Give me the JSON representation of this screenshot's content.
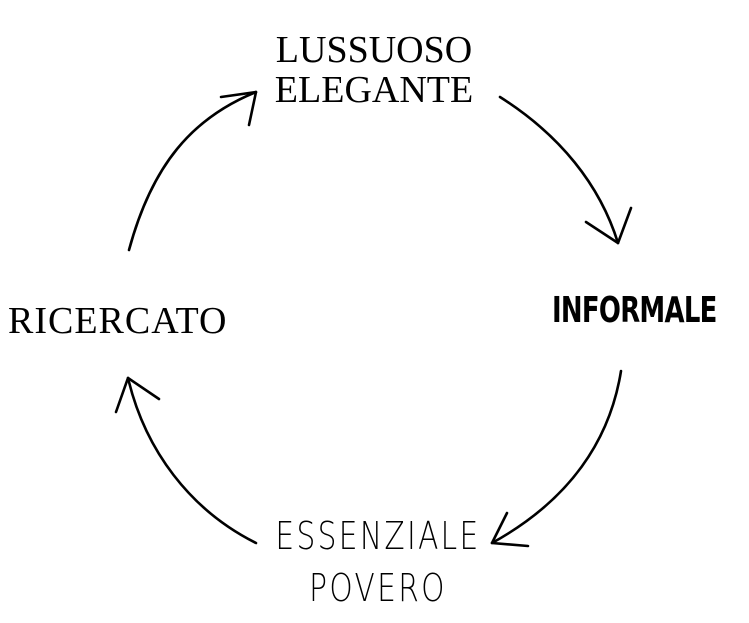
{
  "diagram": {
    "nodes": {
      "top": {
        "line1": "LUSSUOSO",
        "line2": "ELEGANTE"
      },
      "right": {
        "label": "INFORMALE"
      },
      "bottom": {
        "line1": "ESSENZIALE",
        "line2": "POVERO"
      },
      "left": {
        "label": "RICERCATO"
      }
    },
    "edges": [
      {
        "from": "top",
        "to": "right"
      },
      {
        "from": "right",
        "to": "bottom"
      },
      {
        "from": "bottom",
        "to": "left"
      },
      {
        "from": "left",
        "to": "top"
      }
    ],
    "colors": {
      "ink": "#000000",
      "background": "#ffffff"
    }
  }
}
